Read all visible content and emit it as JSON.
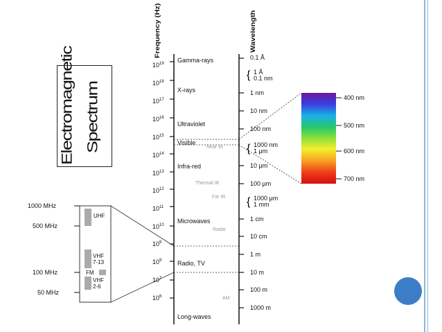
{
  "title": {
    "line1": "Electromagnetic",
    "line2": "Spectrum"
  },
  "axis_labels": {
    "frequency": "Frequency (Hz)",
    "wavelength": "Wavelength"
  },
  "frequencies": [
    {
      "base": "10",
      "exp": "19"
    },
    {
      "base": "10",
      "exp": "18"
    },
    {
      "base": "10",
      "exp": "17"
    },
    {
      "base": "10",
      "exp": "16"
    },
    {
      "base": "10",
      "exp": "15"
    },
    {
      "base": "10",
      "exp": "14"
    },
    {
      "base": "10",
      "exp": "13"
    },
    {
      "base": "10",
      "exp": "12"
    },
    {
      "base": "10",
      "exp": "11"
    },
    {
      "base": "10",
      "exp": "10"
    },
    {
      "base": "10",
      "exp": "9"
    },
    {
      "base": "10",
      "exp": "9"
    },
    {
      "base": "10",
      "exp": "7"
    },
    {
      "base": "10",
      "exp": "6"
    }
  ],
  "bands": [
    "Gamma-rays",
    "X-rays",
    "Ultraviolet",
    "Visible",
    "Infra-red",
    "Microwaves",
    "Radio, TV",
    "Long-waves"
  ],
  "faint_labels": [
    "Near IR",
    "Thermal IR",
    "Far IR",
    "Radar",
    "AM"
  ],
  "wavelengths": [
    "0.1 Å",
    "1 Å",
    "0.1 nm",
    "1 nm",
    "10 nm",
    "100 nm",
    "1000 nm",
    "1 μm",
    "10 μm",
    "100 μm",
    "1000 μm",
    "1 mm",
    "1 cm",
    "10 cm",
    "1 m",
    "10 m",
    "100 m",
    "1000 m"
  ],
  "visible_scale": [
    "400 nm",
    "500 nm",
    "600 nm",
    "700 nm"
  ],
  "radio_inset": {
    "scale": [
      "1000 MHz",
      "500 MHz",
      "100 MHz",
      "50 MHz"
    ],
    "bands": [
      "UHF",
      "VHF",
      "7-13",
      "FM",
      "VHF",
      "2-6"
    ]
  },
  "colors": {
    "accent": "#3d7dc8",
    "border": "#8fb4d6",
    "bar": "#aaaaaa"
  }
}
